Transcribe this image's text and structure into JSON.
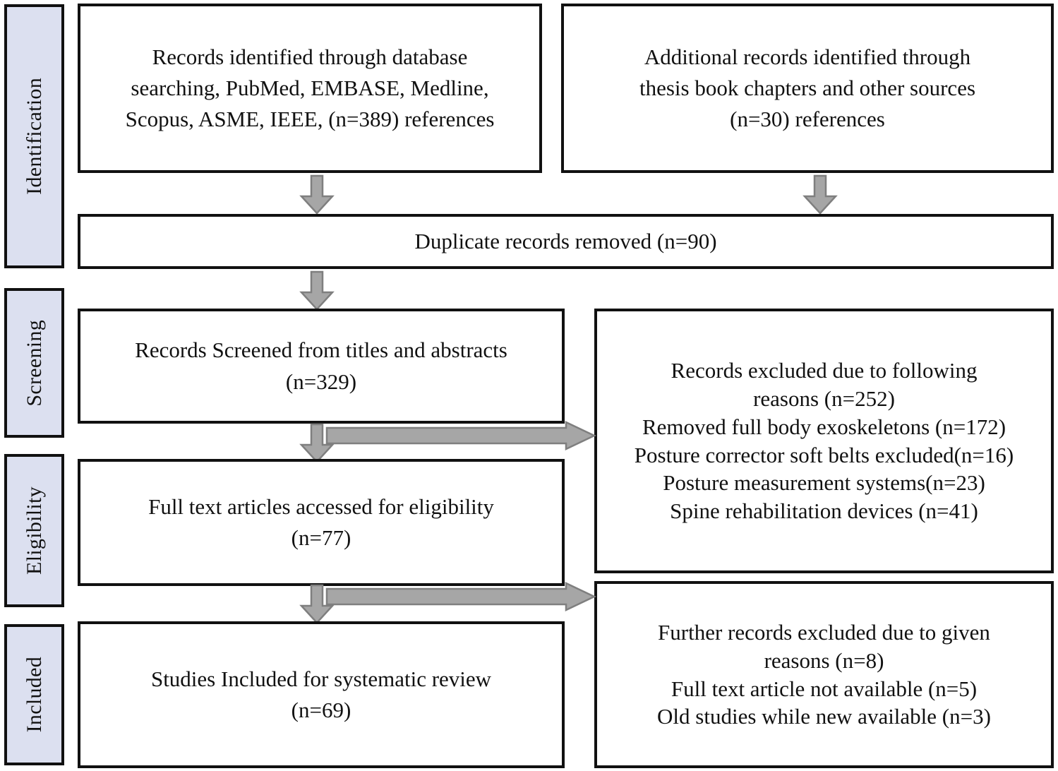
{
  "diagram": {
    "type": "prisma-flow-diagram",
    "colors": {
      "stage_label_fill": "#dce0f0",
      "box_border": "#111111",
      "box_fill": "#ffffff",
      "arrow_fill": "#a6a6a6",
      "arrow_stroke": "#7f7f7f",
      "text": "#111111"
    },
    "stages": [
      {
        "id": "identification",
        "label": "Identification"
      },
      {
        "id": "screening",
        "label": "Screening"
      },
      {
        "id": "eligibility",
        "label": "Eligibility"
      },
      {
        "id": "included",
        "label": "Included"
      }
    ],
    "boxes": {
      "database_search": {
        "lines": [
          "Records identified through database",
          "searching, PubMed, EMBASE, Medline,",
          "Scopus, ASME, IEEE, (n=389) references"
        ],
        "count": 389
      },
      "additional_records": {
        "lines": [
          "Additional records identified through",
          "thesis book chapters and other sources",
          "(n=30) references"
        ],
        "count": 30
      },
      "duplicates_removed": {
        "lines": [
          "Duplicate records removed (n=90)"
        ],
        "count": 90
      },
      "records_screened": {
        "lines": [
          "Records Screened from titles and abstracts",
          "(n=329)"
        ],
        "count": 329
      },
      "records_excluded": {
        "lines": [
          "Records excluded due to following",
          "reasons (n=252)",
          "Removed full body exoskeletons (n=172)",
          "Posture corrector soft belts excluded(n=16)",
          "Posture measurement systems(n=23)",
          "Spine rehabilitation devices (n=41)"
        ],
        "count": 252,
        "reasons": [
          {
            "label": "Removed full body exoskeletons",
            "count": 172
          },
          {
            "label": "Posture corrector soft belts excluded",
            "count": 16
          },
          {
            "label": "Posture measurement systems",
            "count": 23
          },
          {
            "label": "Spine rehabilitation devices",
            "count": 41
          }
        ]
      },
      "full_text_assessed": {
        "lines": [
          "Full text articles accessed for eligibility",
          "(n=77)"
        ],
        "count": 77
      },
      "further_excluded": {
        "lines": [
          "Further records excluded due to given",
          "reasons (n=8)",
          "Full text article not available (n=5)",
          "Old studies while new available (n=3)"
        ],
        "count": 8,
        "reasons": [
          {
            "label": "Full text article not available",
            "count": 5
          },
          {
            "label": "Old studies while new available",
            "count": 3
          }
        ]
      },
      "studies_included": {
        "lines": [
          "Studies Included for systematic review",
          "(n=69)"
        ],
        "count": 69
      }
    }
  }
}
